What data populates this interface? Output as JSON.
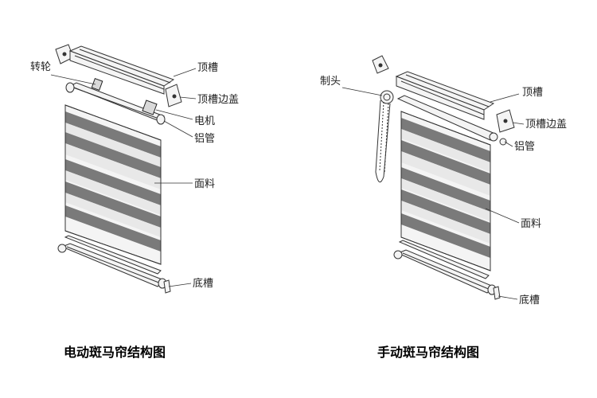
{
  "diagram_left": {
    "caption": "电动斑马帘结构图",
    "labels": {
      "top_groove": "顶槽",
      "top_groove_cover": "顶槽边盖",
      "motor": "电机",
      "aluminum_tube": "铝管",
      "fabric": "面料",
      "bottom_groove": "底槽",
      "roller_wheel": "转轮"
    }
  },
  "diagram_right": {
    "caption": "手动斑马帘结构图",
    "labels": {
      "brake_head": "制头",
      "top_groove": "顶槽",
      "top_groove_cover": "顶槽边盖",
      "aluminum_tube": "铝管",
      "fabric": "面料",
      "bottom_groove": "底槽"
    }
  }
}
